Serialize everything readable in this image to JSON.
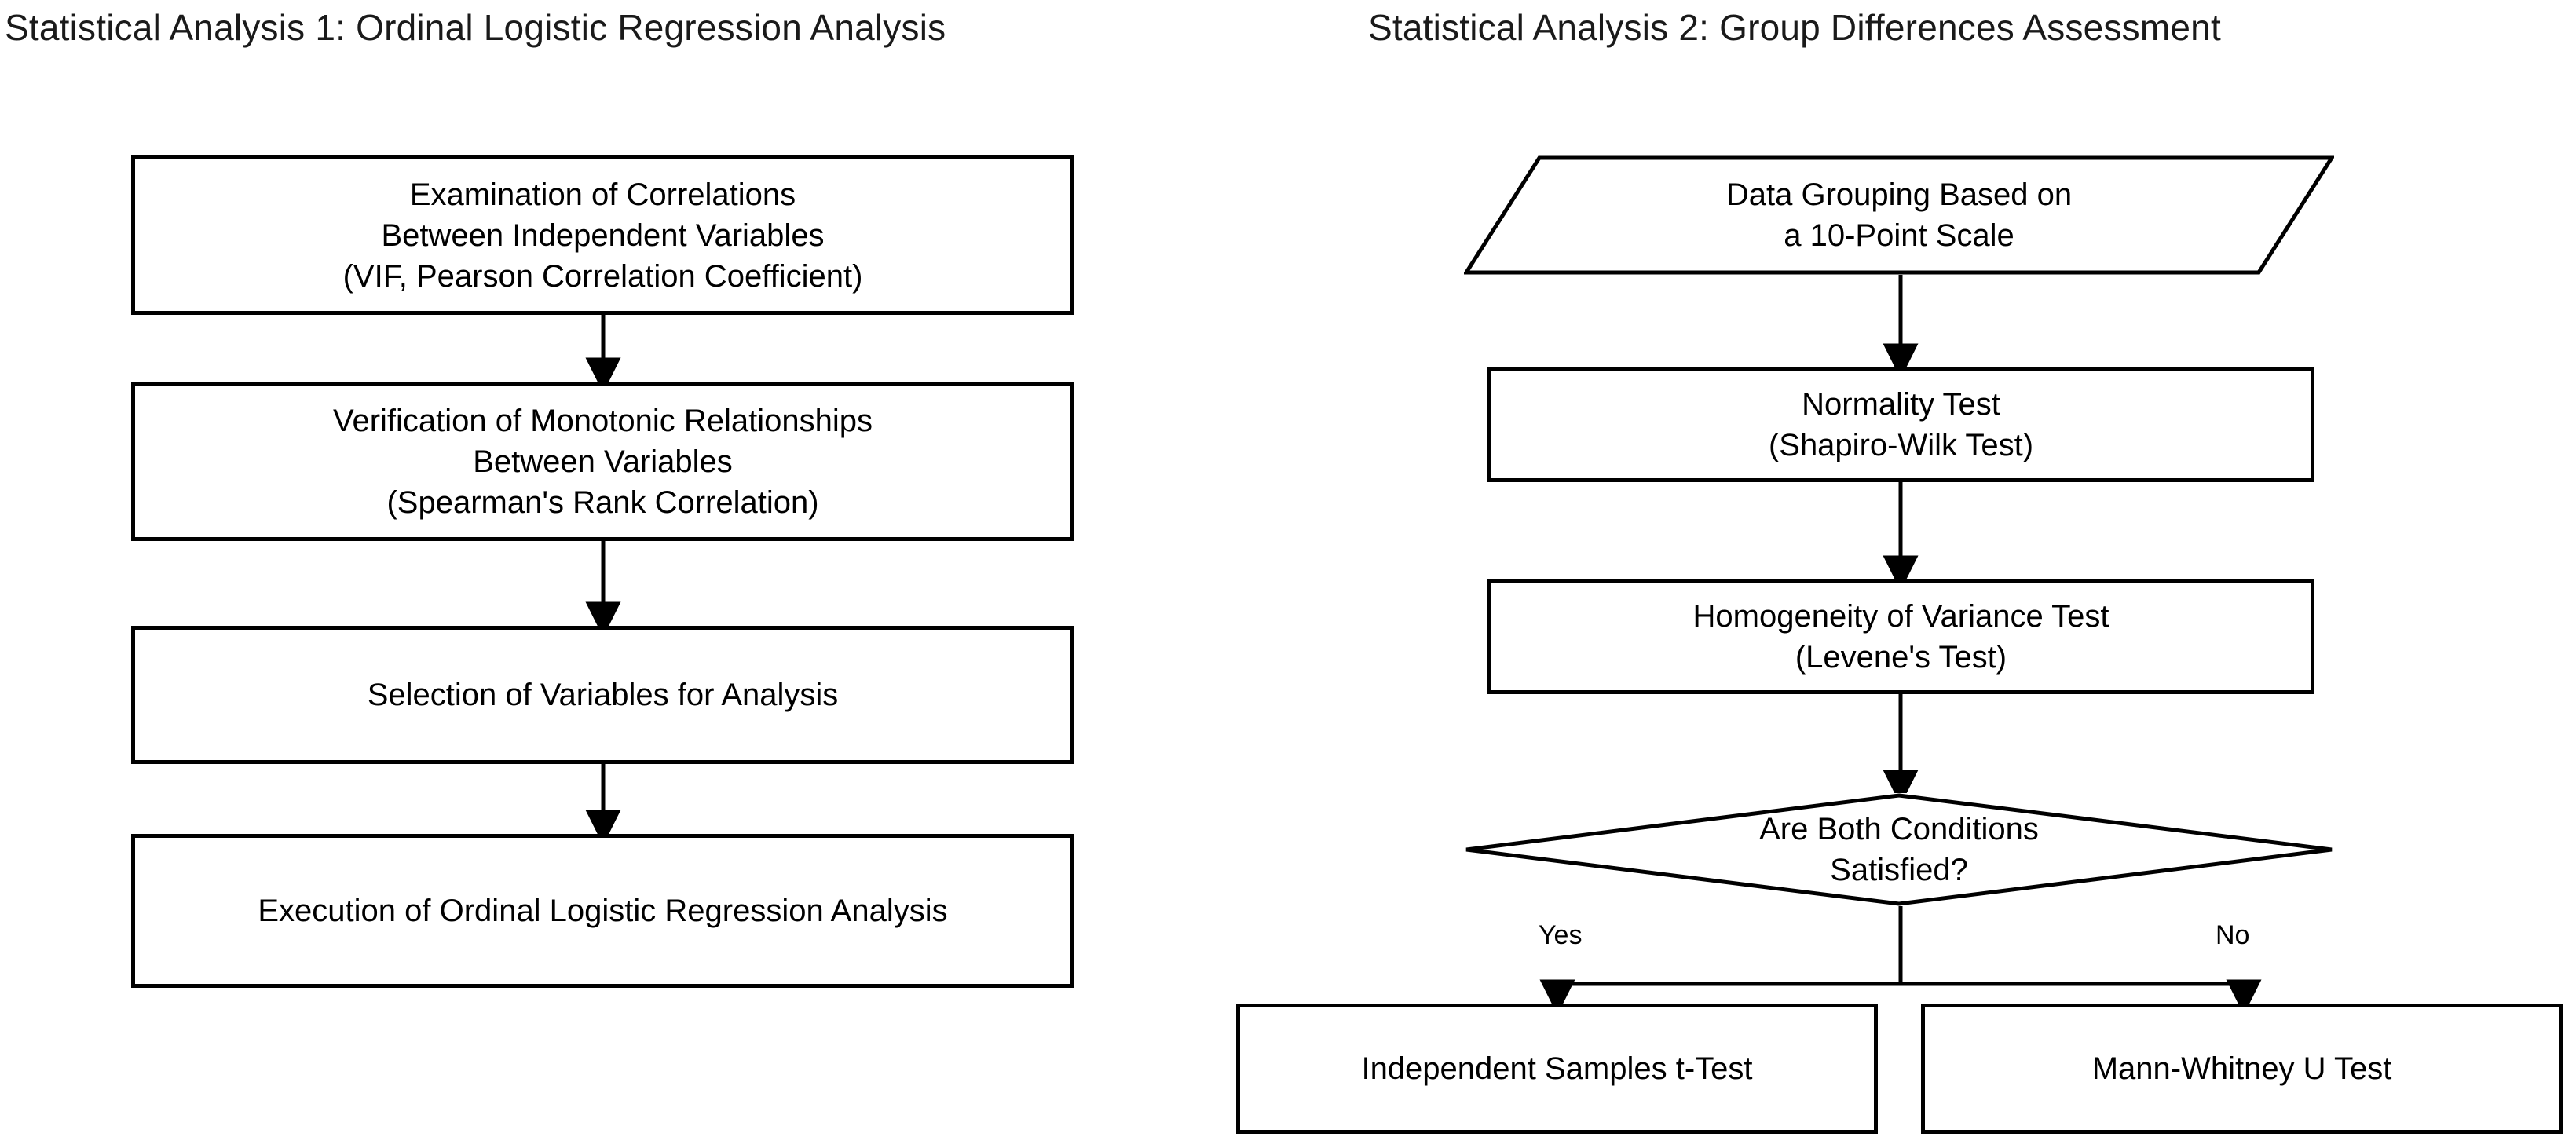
{
  "panels": [
    {
      "id": "analysis-1",
      "title": "Statistical Analysis 1: Ordinal Logistic Regression Analysis",
      "nodes": [
        {
          "key": "examination-of-correlations",
          "shape": "process",
          "text": "Examination of Correlations\nBetween Independent Variables\n(VIF, Pearson Correlation Coefficient)"
        },
        {
          "key": "verification-of-monotonic-relationships",
          "shape": "process",
          "text": "Verification of Monotonic Relationships\nBetween Variables\n(Spearman's Rank Correlation)"
        },
        {
          "key": "selection-of-variables",
          "shape": "process",
          "text": "Selection of Variables for Analysis"
        },
        {
          "key": "execution-of-ordinal-logistic-regression",
          "shape": "process",
          "text": "Execution of Ordinal Logistic Regression Analysis"
        }
      ]
    },
    {
      "id": "analysis-2",
      "title": "Statistical Analysis 2: Group Differences Assessment",
      "nodes": [
        {
          "key": "data-grouping",
          "shape": "parallelogram",
          "text": "Data Grouping Based on\na 10-Point Scale"
        },
        {
          "key": "normality-test",
          "shape": "process",
          "text": "Normality Test\n(Shapiro-Wilk Test)"
        },
        {
          "key": "homogeneity-of-variance-test",
          "shape": "process",
          "text": "Homogeneity of Variance Test\n(Levene's Test)"
        },
        {
          "key": "are-both-conditions-satisfied",
          "shape": "decision",
          "text": "Are Both Conditions\nSatisfied?"
        },
        {
          "key": "independent-samples-t-test",
          "shape": "process",
          "text": "Independent Samples t-Test"
        },
        {
          "key": "mann-whitney-u-test",
          "shape": "process",
          "text": "Mann-Whitney U Test"
        }
      ],
      "branch_labels": {
        "yes": "Yes",
        "no": "No"
      }
    }
  ],
  "style": {
    "stroke": "#000000",
    "fill": "#ffffff",
    "text": "#000000"
  }
}
